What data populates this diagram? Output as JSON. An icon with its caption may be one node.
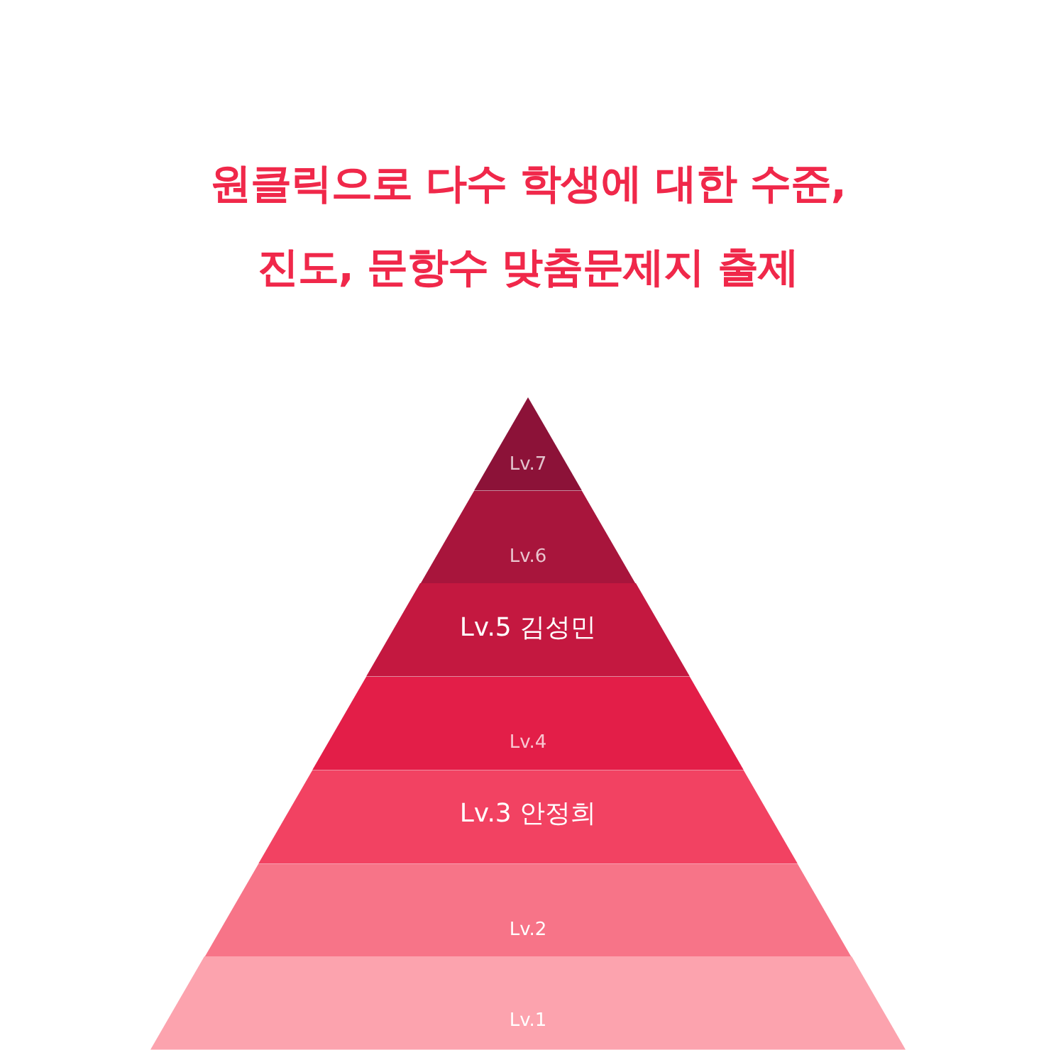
{
  "diagram": {
    "title": "원클릭으로 다수 학생에 대한 수준, 진도, 문항수 맞춤문제지 출제",
    "nodes": [
      {
        "text": [
          "Lv.7"
        ]
      },
      {
        "text": [
          "Lv.6"
        ]
      },
      {
        "text": [
          "Lv.5 김성민"
        ]
      },
      {
        "text": [
          "Lv.4"
        ]
      },
      {
        "text": [
          "Lv.3 안정희"
        ]
      },
      {
        "text": [
          "Lv.2"
        ]
      },
      {
        "text": [
          "Lv.1"
        ]
      }
    ]
  }
}
